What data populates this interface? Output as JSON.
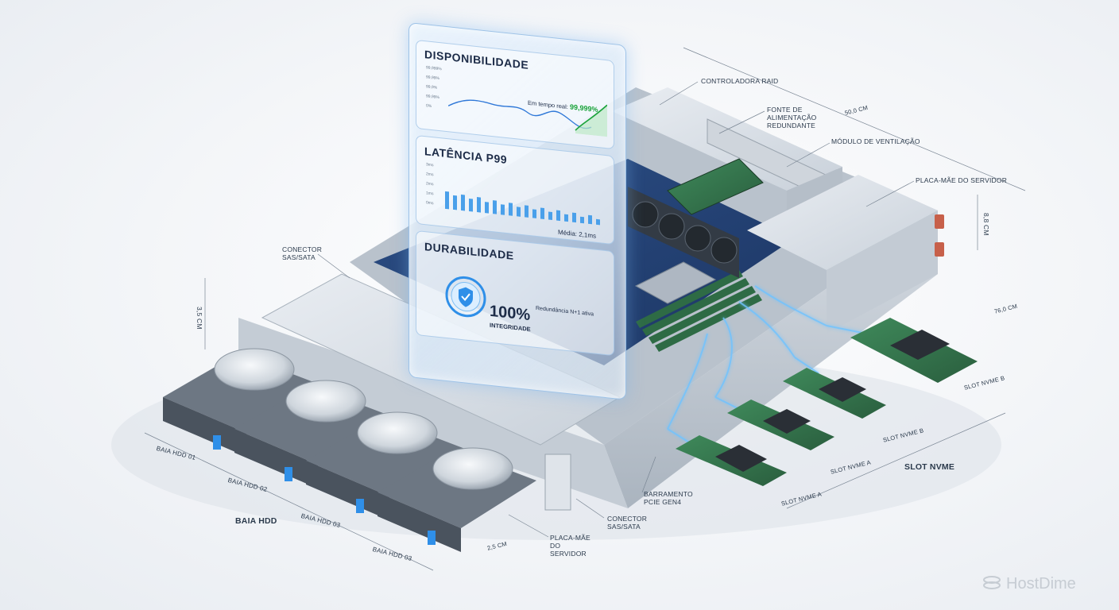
{
  "dashboard": {
    "availability": {
      "title": "Disponibilidade",
      "ticks": [
        "99,999%",
        "99,99%",
        "99,9%",
        "99,99%",
        "0%"
      ],
      "realtime_label": "Em tempo real:",
      "realtime_value": "99,999%"
    },
    "latency": {
      "title": "Latência P99",
      "ticks": [
        "3ms",
        "2ms",
        "2ms",
        "1ms",
        "0ms"
      ],
      "average_label": "Média: 2,1ms"
    },
    "durability": {
      "title": "Durabilidade",
      "value": "100%",
      "value_label": "Integridade",
      "redundancy_label": "Redundância N+1 ativa"
    }
  },
  "callouts": {
    "raid_controller": "Controladora RAID",
    "psu": "Fonte de alimentação redundante",
    "fan_module": "Módulo de ventilação",
    "motherboard_top": "Placa-mãe do servidor",
    "sas_top": "Conector SAS/SATA",
    "sas_bottom": "Conector SAS/SATA",
    "motherboard_bottom": "Placa-mãe do servidor",
    "pcie_bus": "Barramento PCIe Gen4",
    "nvme_slot": "Slot NVMe",
    "nvme_a": "Slot NVMe A",
    "nvme_a2": "Slot NVMe A",
    "nvme_b": "Slot NVMe B",
    "nvme_b2": "Slot NVMe B",
    "hdd_bay": "Baia HDD",
    "bay_01": "Baia HDD 01",
    "bay_02": "Baia HDD 02",
    "bay_03": "Baia HDD 03",
    "bay_04": "Baia HDD 03"
  },
  "dimensions": {
    "width": "50,0 cm",
    "height": "8,8 cm",
    "depth": "76,0 cm",
    "front_height": "3,5 cm",
    "bay_depth": "2,5 cm"
  },
  "brand": "HostDime",
  "colors": {
    "accent_blue": "#2f8fe8",
    "glow_blue": "#6fc3ff",
    "chassis": "#cfd6de",
    "pcb_green": "#2f6b45",
    "good_green": "#1aa33a"
  }
}
